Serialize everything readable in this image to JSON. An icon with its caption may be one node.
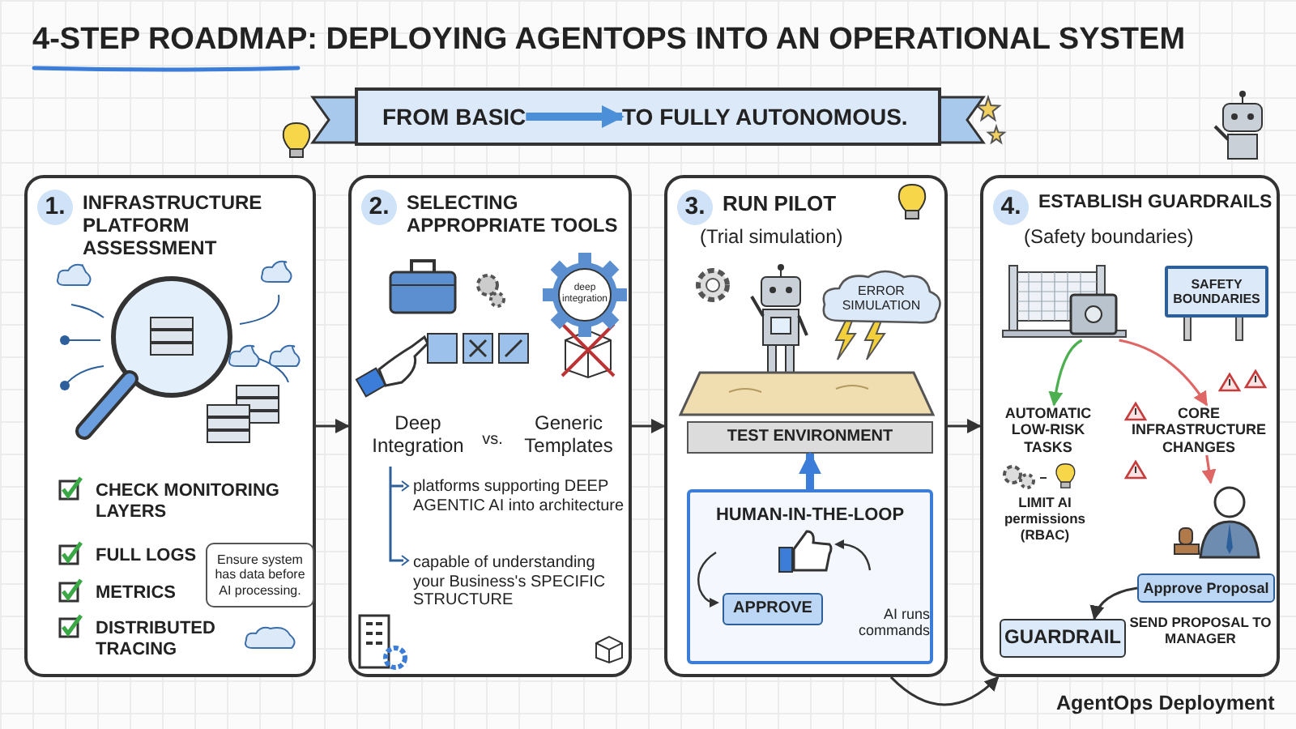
{
  "diagram": {
    "title": "4-STEP ROADMAP: DEPLOYING AGENTOPS INTO AN OPERATIONAL SYSTEM",
    "caption": "AgentOps Deployment",
    "nodes": [
      {
        "text": [],
        "shape": "banner"
      },
      {
        "text": [
          "FROM BASIC"
        ],
        "in": 0
      },
      {
        "text": [
          "TO FULLY AUTONOMOUS."
        ],
        "in": 0
      },
      {
        "text": [
          "1.",
          "INFRASTRUCTURE PLATFORM ASSESSMENT",
          "CHECK MONITORING LAYERS",
          "FULL LOGS",
          "METRICS",
          "DISTRIBUTED TRACING"
        ]
      },
      {
        "text": [
          "Ensure system has data before AI processing."
        ],
        "in": 3
      },
      {
        "text": [
          "2.",
          "SELECTING APPROPRIATE TOOLS",
          "Deep Integration",
          "vs.",
          "Generic Templates",
          "platforms supporting DEEP AGENTIC AI into architecture",
          "capable of understanding your Business's SPECIFIC STRUCTURE"
        ]
      },
      {
        "text": [
          "deep integration"
        ],
        "in": 5
      },
      {
        "text": [
          "3.",
          "RUN PILOT",
          "(Trial simulation)"
        ]
      },
      {
        "text": [
          "ERROR SIMULATION"
        ],
        "in": 7
      },
      {
        "text": [
          "TEST ENVIRONMENT"
        ],
        "in": 7
      },
      {
        "text": [
          "HUMAN-IN-THE-LOOP",
          "AI runs commands"
        ],
        "in": 7
      },
      {
        "text": [
          "APPROVE"
        ],
        "in": 10
      },
      {
        "text": [
          "4.",
          "ESTABLISH GUARDRAILS",
          "(Safety boundaries)"
        ]
      },
      {
        "text": [],
        "shape": "picture",
        "in": 12
      },
      {
        "text": [
          "SAFETY BOUNDARIES"
        ],
        "in": 12
      },
      {
        "text": [
          "AUTOMATIC LOW-RISK TASKS"
        ],
        "in": 12
      },
      {
        "text": [
          "CORE INFRASTRUCTURE CHANGES"
        ],
        "in": 12
      },
      {
        "text": [],
        "shape": "person",
        "in": 12
      },
      {
        "text": [
          "Approve Proposal"
        ],
        "in": 12
      },
      {
        "text": [
          "GUARDRAIL"
        ],
        "in": 12
      }
    ],
    "edges": [
      {
        "from": 1,
        "to": 2,
        "arrow": "to",
        "style": "thick",
        "color": "#4a8fd8"
      },
      {
        "from": 3,
        "to": 5,
        "arrow": "to"
      },
      {
        "from": 5,
        "to": 7,
        "arrow": "to"
      },
      {
        "from": 7,
        "to": 12,
        "arrow": "to"
      },
      {
        "from": 10,
        "to": 9,
        "arrow": "to",
        "style": "thick",
        "color": "#3b7dd8"
      },
      {
        "from": 13,
        "to": 15,
        "arrow": "to",
        "color": "#4caf50"
      },
      {
        "from": 13,
        "to": 16,
        "arrow": "to",
        "color": "#e06565"
      },
      {
        "from": 16,
        "to": 17,
        "arrow": "to",
        "color": "#e06565"
      },
      {
        "from": 18,
        "to": 19,
        "arrow": "to"
      },
      {
        "from": 7,
        "to": 12,
        "arrow": "to"
      }
    ],
    "labels": [
      "LIMIT AI permissions (RBAC)",
      "SEND PROPOSAL TO MANAGER"
    ]
  }
}
